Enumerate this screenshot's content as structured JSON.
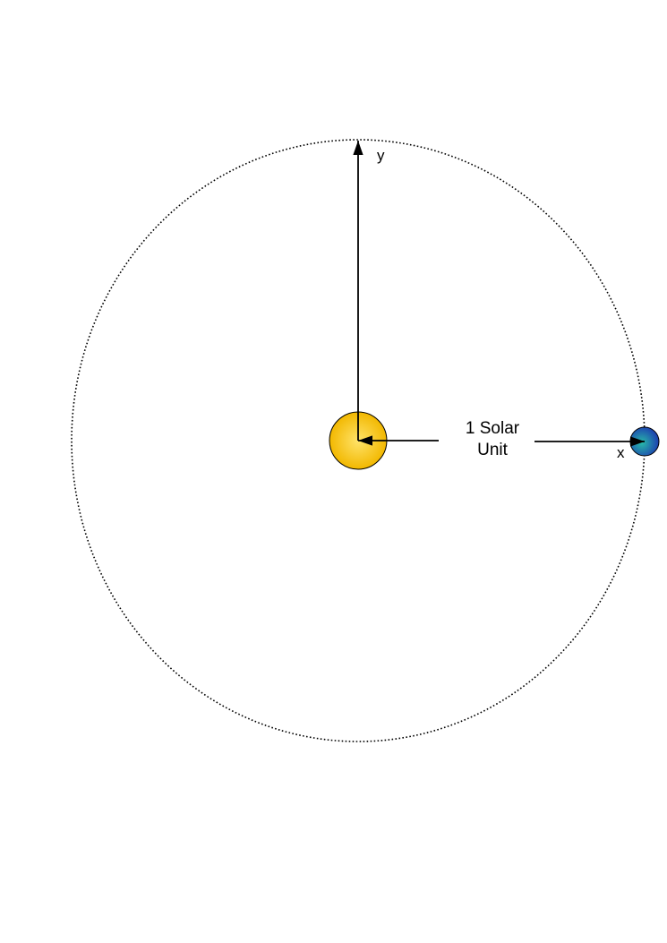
{
  "diagram": {
    "distance_label": {
      "line1": "1 Solar",
      "line2": "Unit"
    },
    "x_axis_label": "x",
    "y_axis_label": "y",
    "colors": {
      "sun_center": "#ffe36a",
      "sun_edge": "#f2b800",
      "planet_center": "#27b9a8",
      "planet_edge": "#1d3fb0",
      "line": "#000000",
      "background": "#ffffff"
    }
  }
}
